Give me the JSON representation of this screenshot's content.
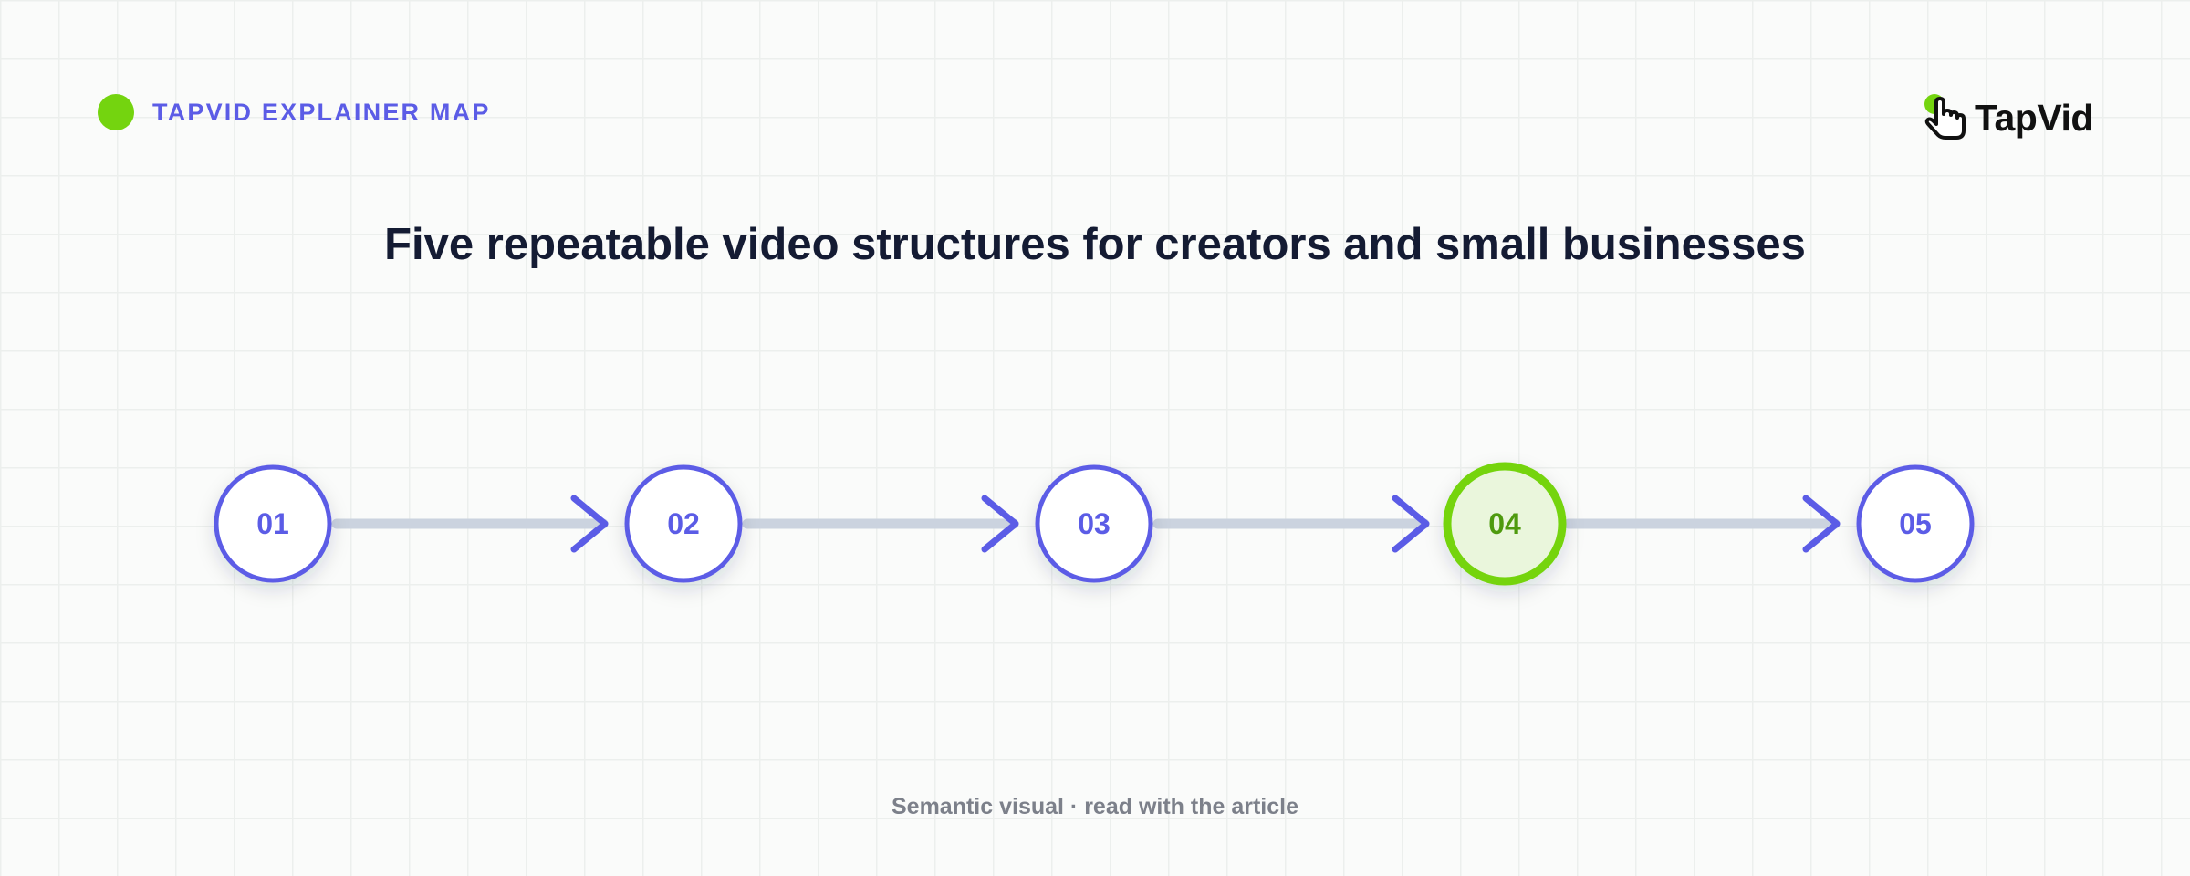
{
  "header": {
    "tag": "TAPVID EXPLAINER MAP",
    "logo_text": "TapVid"
  },
  "title": "Five repeatable video structures for creators and small businesses",
  "steps": [
    {
      "label": "01",
      "highlighted": false
    },
    {
      "label": "02",
      "highlighted": false
    },
    {
      "label": "03",
      "highlighted": false
    },
    {
      "label": "04",
      "highlighted": true
    },
    {
      "label": "05",
      "highlighted": false
    }
  ],
  "footer": "Semantic visual · read with the article",
  "colors": {
    "accent": "#5b5ce6",
    "highlight": "#74d40f",
    "highlight_fill": "#eaf6dc",
    "highlight_text": "#4e9a0e",
    "connector": "#cbd3df",
    "title": "#141b33",
    "muted": "#7c808a"
  },
  "icons": {
    "tag": "green-dot-icon",
    "logo": "pointer-hand-icon"
  }
}
